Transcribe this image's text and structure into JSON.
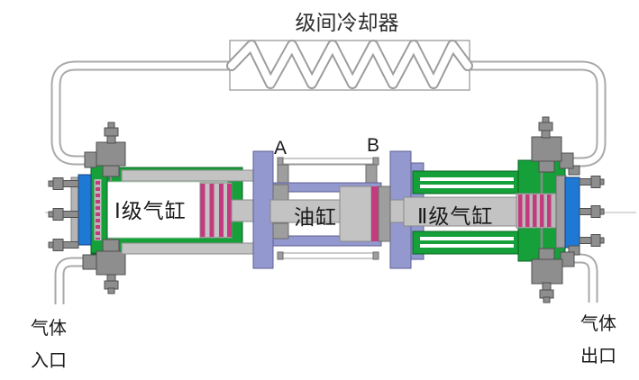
{
  "diagram": {
    "cooler_label": "级间冷却器",
    "port_a_label": "A",
    "port_b_label": "B",
    "stage1_label": "Ⅰ级气缸",
    "oil_cylinder_label": "油缸",
    "stage2_label": "Ⅱ级气缸",
    "gas_inlet": {
      "line1": "气体",
      "line2": "入口"
    },
    "gas_outlet": {
      "line1": "气体",
      "line2": "出口"
    },
    "colors": {
      "cylinder_green": "#16a03a",
      "end_plate_blue": "#1d79d4",
      "oil_cylinder_purple": "#9398cf",
      "seal_magenta": "#c43a7f",
      "valve_gray": "#8e8e8e",
      "rod_gray": "#c3c3c3",
      "pipe_gray": "#a9a9a9"
    }
  }
}
